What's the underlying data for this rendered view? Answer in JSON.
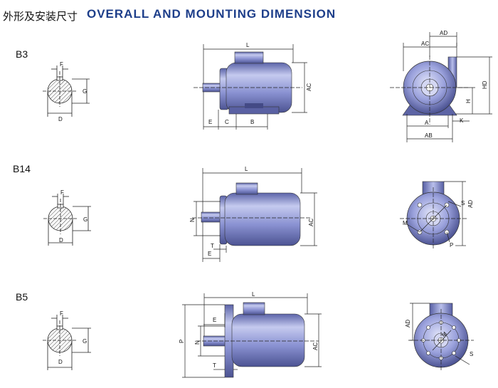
{
  "header": {
    "title_cn": "外形及安装尺寸",
    "title_en": "OVERALL AND MOUNTING DIMENSION"
  },
  "rows": [
    {
      "label": "B3"
    },
    {
      "label": "B14"
    },
    {
      "label": "B5"
    }
  ],
  "dim": {
    "F": "F",
    "G": "G",
    "D": "D",
    "L": "L",
    "AC": "AC",
    "E": "E",
    "C": "C",
    "B": "B",
    "N": "N",
    "T": "T",
    "P": "P",
    "AD": "AD",
    "HD": "HD",
    "H": "H",
    "A": "A",
    "AB": "AB",
    "K": "K",
    "M": "M",
    "S": "S"
  },
  "colors": {
    "title_en": "#1d3e8a",
    "motor_body": "#7f87c8",
    "motor_light": "#c3c8ee",
    "motor_dark": "#4f5796",
    "line": "#222222"
  }
}
